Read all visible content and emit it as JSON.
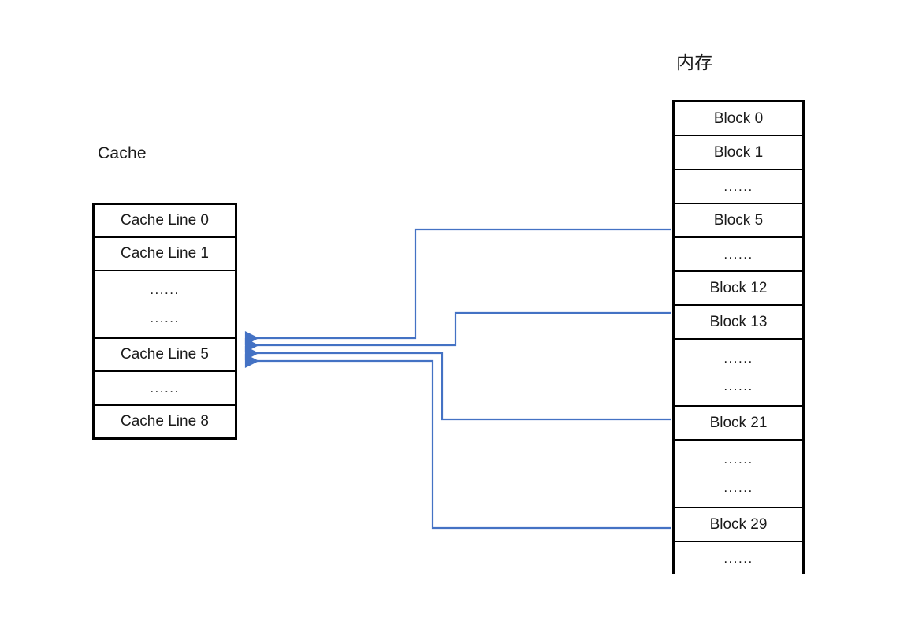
{
  "diagram": {
    "type": "memory-mapping-diagram",
    "accent_color": "#4472C4",
    "line_color": "#000000",
    "background": "#ffffff",
    "cache": {
      "title": "Cache",
      "rows": [
        {
          "label": "Cache Line 0",
          "kind": "line"
        },
        {
          "label": "Cache Line 1",
          "kind": "line"
        },
        {
          "label": "......",
          "label2": "......",
          "kind": "ellipsis"
        },
        {
          "label": "Cache Line 5",
          "kind": "line",
          "highlighted": true
        },
        {
          "label": "......",
          "kind": "ellipsis-single"
        },
        {
          "label": "Cache Line 8",
          "kind": "line"
        }
      ]
    },
    "memory": {
      "title": "内存",
      "rows": [
        {
          "label": "Block 0",
          "kind": "block"
        },
        {
          "label": "Block 1",
          "kind": "block"
        },
        {
          "label": "......",
          "kind": "ellipsis-single"
        },
        {
          "label": "Block 5",
          "kind": "block"
        },
        {
          "label": "......",
          "kind": "ellipsis-single"
        },
        {
          "label": "Block 12",
          "kind": "block"
        },
        {
          "label": "Block 13",
          "kind": "block"
        },
        {
          "label": "......",
          "label2": "......",
          "kind": "ellipsis"
        },
        {
          "label": "Block 21",
          "kind": "block"
        },
        {
          "label": "......",
          "label2": "......",
          "kind": "ellipsis"
        },
        {
          "label": "Block 29",
          "kind": "block"
        },
        {
          "label": "......",
          "kind": "ellipsis-single"
        }
      ]
    },
    "connectors": [
      {
        "from": "Block 5",
        "to": "Cache Line 5"
      },
      {
        "from": "Block 13",
        "to": "Cache Line 5"
      },
      {
        "from": "Block 21",
        "to": "Cache Line 5"
      },
      {
        "from": "Block 29",
        "to": "Cache Line 5"
      }
    ]
  }
}
